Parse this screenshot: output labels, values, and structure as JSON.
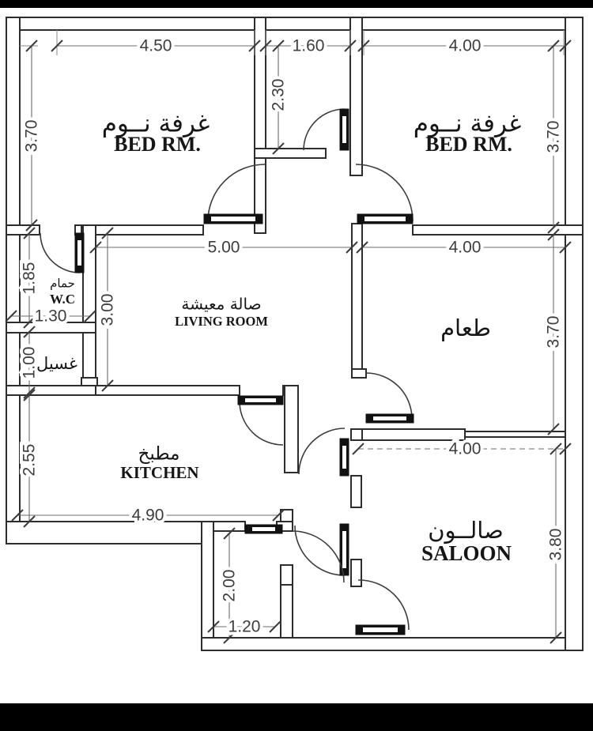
{
  "meta": {
    "drawing_type": "apartment floor plan",
    "background": "#ffffff",
    "letterbox_color": "#000000",
    "wall_line_color": "#2d2d2d",
    "dimension_line_color": "#6b6b6b",
    "text_color": "#161616"
  },
  "rooms": {
    "bedroom_left": {
      "label_ar": "غرفة نــوم",
      "label_en": "BED RM."
    },
    "bedroom_right": {
      "label_ar": "غرفة نــوم",
      "label_en": "BED RM."
    },
    "wc": {
      "label_ar": "حمام",
      "label_en": "W.C"
    },
    "living": {
      "label_ar": "صالة معيشة",
      "label_en": "LIVING ROOM"
    },
    "dining": {
      "label_ar": "طعام"
    },
    "laundry": {
      "label_ar": "غسيل"
    },
    "kitchen": {
      "label_ar": "مطبخ",
      "label_en": "KITCHEN"
    },
    "saloon": {
      "label_ar": "صالــون",
      "label_en": "SALOON"
    }
  },
  "dimensions": {
    "bed1_width": "4.50",
    "hall_width": "1.60",
    "bed2_width": "4.00",
    "bed1_height": "3.70",
    "hall_height": "2.30",
    "bed2_height": "3.70",
    "living_width": "5.00",
    "dining_width": "4.00",
    "wc_height": "1.85",
    "wc_width": "1.30",
    "living_height": "3.00",
    "dining_height": "3.70",
    "laundry_height": "1.00",
    "kitchen_height": "2.55",
    "kitchen_width": "4.90",
    "saloon_width": "4.00",
    "dining_saloon_height": "3.80",
    "entry_height": "2.00",
    "entry_width": "1.20"
  }
}
